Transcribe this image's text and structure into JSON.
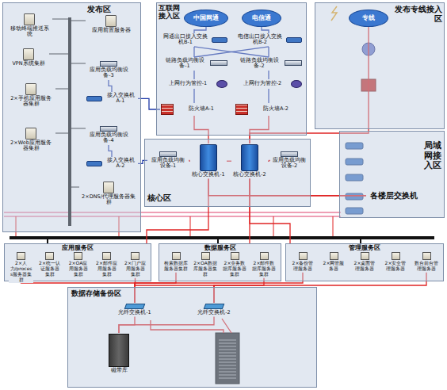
{
  "diagram": {
    "nodes": [
      {
        "text": [
          "发布区"
        ]
      },
      {
        "text": [
          "移动终端推送系统"
        ],
        "in": 0
      },
      {
        "text": [
          "应用前置服务器"
        ],
        "in": 0
      },
      {
        "text": [
          "VPN系统集群"
        ],
        "in": 0
      },
      {
        "text": [
          "应用负载均衡设备-3"
        ],
        "in": 0
      },
      {
        "text": [
          "2×手机应用服务器集群"
        ],
        "in": 0
      },
      {
        "text": [
          "接入交换机A-1"
        ],
        "in": 0
      },
      {
        "text": [
          "2×Web应用服务器集群"
        ],
        "in": 0
      },
      {
        "text": [
          "应用负载均衡设备-4"
        ],
        "in": 0
      },
      {
        "text": [
          "接入交换机A-2"
        ],
        "in": 0
      },
      {
        "text": [
          "2×DNS/代理服务器集群"
        ],
        "in": 0
      },
      {
        "text": [
          "互联网接入区"
        ]
      },
      {
        "text": [
          "中国网通"
        ],
        "in": 11
      },
      {
        "text": [
          "电信通"
        ],
        "in": 11
      },
      {
        "text": [
          "网通出口接入交换机B-1"
        ],
        "in": 11
      },
      {
        "text": [
          "电信出口接入交换机B-2"
        ],
        "in": 11
      },
      {
        "text": [
          "链路负载均衡设备-1"
        ],
        "in": 11
      },
      {
        "text": [
          "链路负载均衡设备-2"
        ],
        "in": 11
      },
      {
        "text": [
          "上网行为管控-1"
        ],
        "in": 11
      },
      {
        "text": [
          "上网行为管控-2"
        ],
        "in": 11
      },
      {
        "text": [
          "防火墙A-1"
        ],
        "in": 11
      },
      {
        "text": [
          "防火墙A-2"
        ],
        "in": 11
      },
      {
        "text": [
          "发布专线接入区"
        ]
      },
      {
        "text": [
          "专线"
        ],
        "in": 22
      },
      {
        "text": [
          "核心区"
        ]
      },
      {
        "text": [
          "应用负载均衡设备-1"
        ],
        "in": 24
      },
      {
        "text": [
          "核心交换机-1"
        ],
        "in": 24
      },
      {
        "text": [
          "核心交换机-2"
        ],
        "in": 24
      },
      {
        "text": [
          "应用负载均衡设备-2"
        ],
        "in": 24
      },
      {
        "text": [
          "局域网接入区"
        ]
      },
      {
        "text": [
          "各楼层交换机"
        ],
        "in": 29
      },
      {
        "text": [
          "应用服务区"
        ]
      },
      {
        "text": [
          "2×人力/process服务器集群"
        ],
        "in": 31
      },
      {
        "text": [
          "2×统一认证服务器集群"
        ],
        "in": 31
      },
      {
        "text": [
          "2×OA应用服务器集群"
        ],
        "in": 31
      },
      {
        "text": [
          "2×邮件应用服务器集群"
        ],
        "in": 31
      },
      {
        "text": [
          "2×门户应用服务器集群"
        ],
        "in": 31
      },
      {
        "text": [
          "数据服务区"
        ]
      },
      {
        "text": [
          "检索数据库服务器集群"
        ],
        "in": 37
      },
      {
        "text": [
          "2×OA数据库服务器集群"
        ],
        "in": 37
      },
      {
        "text": [
          "2×业务数据库服务器集群"
        ],
        "in": 37
      },
      {
        "text": [
          "2×邮件数据库服务器集群"
        ],
        "in": 37
      },
      {
        "text": [
          "管理服务区"
        ]
      },
      {
        "text": [
          "2×备份管理服务器"
        ],
        "in": 42
      },
      {
        "text": [
          "2×网管服务器"
        ],
        "in": 42
      },
      {
        "text": [
          "2×桌面管理服务器"
        ],
        "in": 42
      },
      {
        "text": [
          "2×安全管理服务器"
        ],
        "in": 42
      },
      {
        "text": [
          "数台前台管理服务器"
        ],
        "in": 42
      },
      {
        "text": [
          "数据存储备份区"
        ]
      },
      {
        "text": [
          "光纤交换机-1"
        ],
        "in": 48
      },
      {
        "text": [
          "光纤交换机-2"
        ],
        "in": 48
      },
      {
        "text": [
          "磁带库"
        ],
        "in": 48
      }
    ],
    "edges": [
      {
        "from": 12,
        "to": 14,
        "arrow": "none"
      },
      {
        "from": 13,
        "to": 15,
        "arrow": "none"
      },
      {
        "from": 14,
        "to": 16,
        "arrow": "none"
      },
      {
        "from": 15,
        "to": 17,
        "arrow": "none"
      },
      {
        "from": 14,
        "to": 17,
        "arrow": "none"
      },
      {
        "from": 15,
        "to": 16,
        "arrow": "none"
      },
      {
        "from": 16,
        "to": 18,
        "arrow": "none"
      },
      {
        "from": 17,
        "to": 19,
        "arrow": "none"
      },
      {
        "from": 18,
        "to": 20,
        "arrow": "none"
      },
      {
        "from": 19,
        "to": 21,
        "arrow": "none"
      },
      {
        "from": 20,
        "to": 26,
        "arrow": "none"
      },
      {
        "from": 21,
        "to": 27,
        "arrow": "none"
      },
      {
        "from": 20,
        "to": 6,
        "arrow": "none"
      },
      {
        "from": 4,
        "to": 6,
        "arrow": "none"
      },
      {
        "from": 8,
        "to": 9,
        "arrow": "none"
      },
      {
        "from": 9,
        "to": 25,
        "arrow": "none"
      },
      {
        "from": 25,
        "to": 26,
        "arrow": "none"
      },
      {
        "from": 26,
        "to": 27,
        "arrow": "none"
      },
      {
        "from": 27,
        "to": 28,
        "arrow": "none"
      },
      {
        "from": 23,
        "to": 27,
        "arrow": "none"
      },
      {
        "from": 26,
        "to": 30,
        "arrow": "none"
      },
      {
        "from": 27,
        "to": 30,
        "arrow": "none"
      },
      {
        "from": 26,
        "to": 31,
        "arrow": "none"
      },
      {
        "from": 27,
        "to": 37,
        "arrow": "none"
      },
      {
        "from": 27,
        "to": 42,
        "arrow": "none"
      },
      {
        "from": 32,
        "to": 49,
        "arrow": "none"
      },
      {
        "from": 36,
        "to": 50,
        "arrow": "none"
      },
      {
        "from": 38,
        "to": 49,
        "arrow": "none"
      },
      {
        "from": 41,
        "to": 50,
        "arrow": "none"
      },
      {
        "from": 43,
        "to": 49,
        "arrow": "none"
      },
      {
        "from": 47,
        "to": 50,
        "arrow": "none"
      },
      {
        "from": 49,
        "to": 51,
        "arrow": "none"
      },
      {
        "from": 50,
        "to": 51,
        "arrow": "none"
      }
    ]
  }
}
